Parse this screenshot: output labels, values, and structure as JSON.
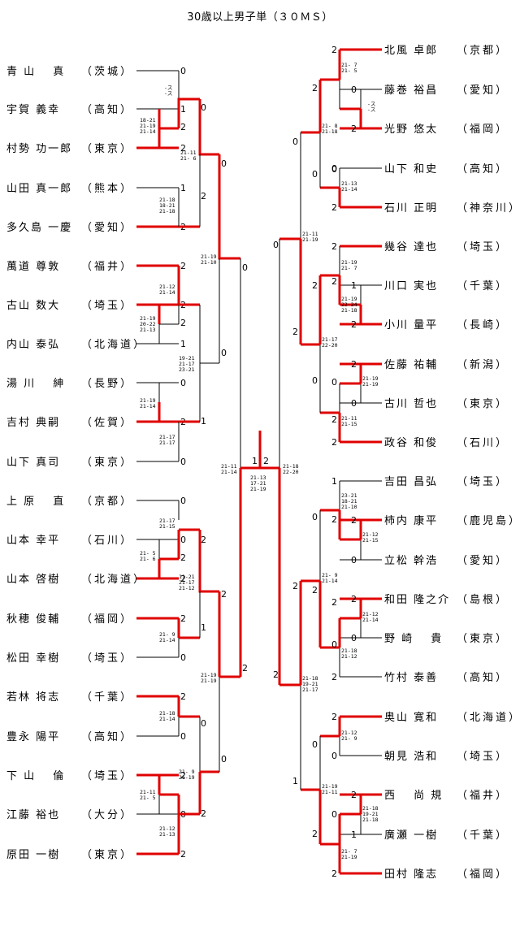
{
  "title": "30歳以上男子単（３０ＭＳ）",
  "colors": {
    "win": "#e00000",
    "line": "#000000"
  },
  "left_players": [
    {
      "name": "青 山　 真",
      "pref": "（茨城）",
      "r1": "0"
    },
    {
      "name": "宇賀 義幸",
      "pref": "（高知）",
      "r1": "1"
    },
    {
      "name": "村勢 功一郎",
      "pref": "（東京）",
      "r1": "2"
    },
    {
      "name": "山田 真一郎",
      "pref": "（熊本）",
      "r1": "1"
    },
    {
      "name": "多久島 一慶",
      "pref": "（愛知）",
      "r1": "2"
    },
    {
      "name": "萬道 尊敦",
      "pref": "（福井）",
      "r1": "2"
    },
    {
      "name": "古山 数大",
      "pref": "（埼玉）",
      "r1": "2"
    },
    {
      "name": "内山 泰弘",
      "pref": "（北海道）",
      "r1": "1"
    },
    {
      "name": "湯 川　 紳",
      "pref": "（長野）",
      "r1": "0"
    },
    {
      "name": "吉村 典嗣",
      "pref": "（佐賀）",
      "r1": "2"
    },
    {
      "name": "山下 真司",
      "pref": "（東京）",
      "r1": "0"
    },
    {
      "name": "上 原　 直",
      "pref": "（京都）",
      "r1": "0"
    },
    {
      "name": "山本 幸平",
      "pref": "（石川）",
      "r1": "0"
    },
    {
      "name": "山本 啓樹",
      "pref": "（北海道）",
      "r1": "2"
    },
    {
      "name": "秋穂 俊輔",
      "pref": "（福岡）",
      "r1": "2"
    },
    {
      "name": "松田 幸樹",
      "pref": "（埼玉）",
      "r1": "0"
    },
    {
      "name": "若林 将志",
      "pref": "（千葉）",
      "r1": "2"
    },
    {
      "name": "豊永 陽平",
      "pref": "（高知）",
      "r1": "0"
    },
    {
      "name": "下 山　 倫",
      "pref": "（埼玉）",
      "r1": "2"
    },
    {
      "name": "江藤 裕也",
      "pref": "（大分）",
      "r1": "0"
    },
    {
      "name": "原田 一樹",
      "pref": "（東京）",
      "r1": "2"
    }
  ],
  "right_players": [
    {
      "name": "北風 卓郎",
      "pref": "（京都）",
      "r1": "2"
    },
    {
      "name": "藤巻 裕昌",
      "pref": "（愛知）",
      "r1": "0"
    },
    {
      "name": "光野 悠太",
      "pref": "（福岡）",
      "r1": "2"
    },
    {
      "name": "山下 和史",
      "pref": "（高知）",
      "r1": "0"
    },
    {
      "name": "石川 正明",
      "pref": "（神奈川）",
      "r1": "2"
    },
    {
      "name": "幾谷 達也",
      "pref": "（埼玉）",
      "r1": "2"
    },
    {
      "name": "川口 実也",
      "pref": "（千葉）",
      "r1": "1"
    },
    {
      "name": "小川 量平",
      "pref": "（長崎）",
      "r1": "2"
    },
    {
      "name": "佐藤 祐輔",
      "pref": "（新潟）",
      "r1": "2"
    },
    {
      "name": "古川 哲也",
      "pref": "（東京）",
      "r1": "0"
    },
    {
      "name": "政谷 和俊",
      "pref": "（石川）",
      "r1": "2"
    },
    {
      "name": "吉田 昌弘",
      "pref": "（埼玉）",
      "r1": "1"
    },
    {
      "name": "柿内 康平",
      "pref": "（鹿児島）",
      "r1": "2"
    },
    {
      "name": "立松 幹浩",
      "pref": "（愛知）",
      "r1": "0"
    },
    {
      "name": "和田 隆之介",
      "pref": "（島根）",
      "r1": "2"
    },
    {
      "name": "野 崎　 貴",
      "pref": "（東京）",
      "r1": "0"
    },
    {
      "name": "竹村 泰善",
      "pref": "（高知）",
      "r1": "2"
    },
    {
      "name": "奥山 寛和",
      "pref": "（北海道）",
      "r1": "2"
    },
    {
      "name": "朝見 浩和",
      "pref": "（埼玉）",
      "r1": "0"
    },
    {
      "name": "西　 尚 規",
      "pref": "（福井）",
      "r1": "2"
    },
    {
      "name": "廣瀬 一樹",
      "pref": "（千葉）",
      "r1": "1"
    },
    {
      "name": "田村 隆志",
      "pref": "（福岡）",
      "r1": "2"
    }
  ],
  "scores": {
    "l_a": "-ス\n-ス",
    "l_b": "18-21\n21-19\n21-14",
    "l_c": "21-11\n21- 6",
    "l_d": "21-18\n18-21\n21-18",
    "l_e": "21-19\n21-10",
    "l_f": "21-12\n21-14",
    "l_g": "21-19\n20-22\n21-13",
    "l_h": "19-21\n21-17\n23-21",
    "l_i": "21-19\n21-14",
    "l_j": "21-17\n21-17",
    "l_k": "21-11\n21-14",
    "l_l": "21-17\n21-15",
    "l_m": "21- 5\n21- 6",
    "l_n": "11-21\n21-17\n21-12",
    "l_o": "21- 9\n21-14",
    "l_p": "21-19\n21-19",
    "l_q": "21-18\n21-14",
    "l_r": "21-11\n21- 5",
    "l_s": "21- 9\n21-19",
    "l_t": "21-12\n21-13",
    "final": "21-13\n17-21\n21-19",
    "r_final": "21-18\n22-20",
    "r_a": "21- 7\n21- 5",
    "r_b": "-ス\n-ス",
    "r_c": "21- 8\n21-18",
    "r_d": "21-13\n21-14",
    "r_e": "21-11\n21-19",
    "r_f": "21-19\n21- 7",
    "r_g": "21-19\n22-24\n21-18",
    "r_h": "21-17\n22-20",
    "r_i": "21-19\n21-19",
    "r_j": "21-11\n21-15",
    "r_k": "23-21\n18-21\n21-10",
    "r_l": "21-12\n21-15",
    "r_m": "21- 9\n21-14",
    "r_n": "21-12\n21-14",
    "r_o": "21-18\n21-12",
    "r_p": "21-18\n19-21\n21-17",
    "r_q": "21-12\n21- 9",
    "r_r": "21-19\n21-11",
    "r_s": "21-18\n19-21\n21-18",
    "r_t": "21- 7\n21-19"
  },
  "results": {
    "l2": [
      "-",
      "0",
      "2",
      "2",
      "0",
      "2",
      "0",
      "1",
      "2",
      "1",
      "0",
      "0",
      "2",
      "2",
      "1",
      "0",
      "2",
      "2",
      "0",
      "2"
    ],
    "final_left": "1",
    "final_right": "2"
  }
}
